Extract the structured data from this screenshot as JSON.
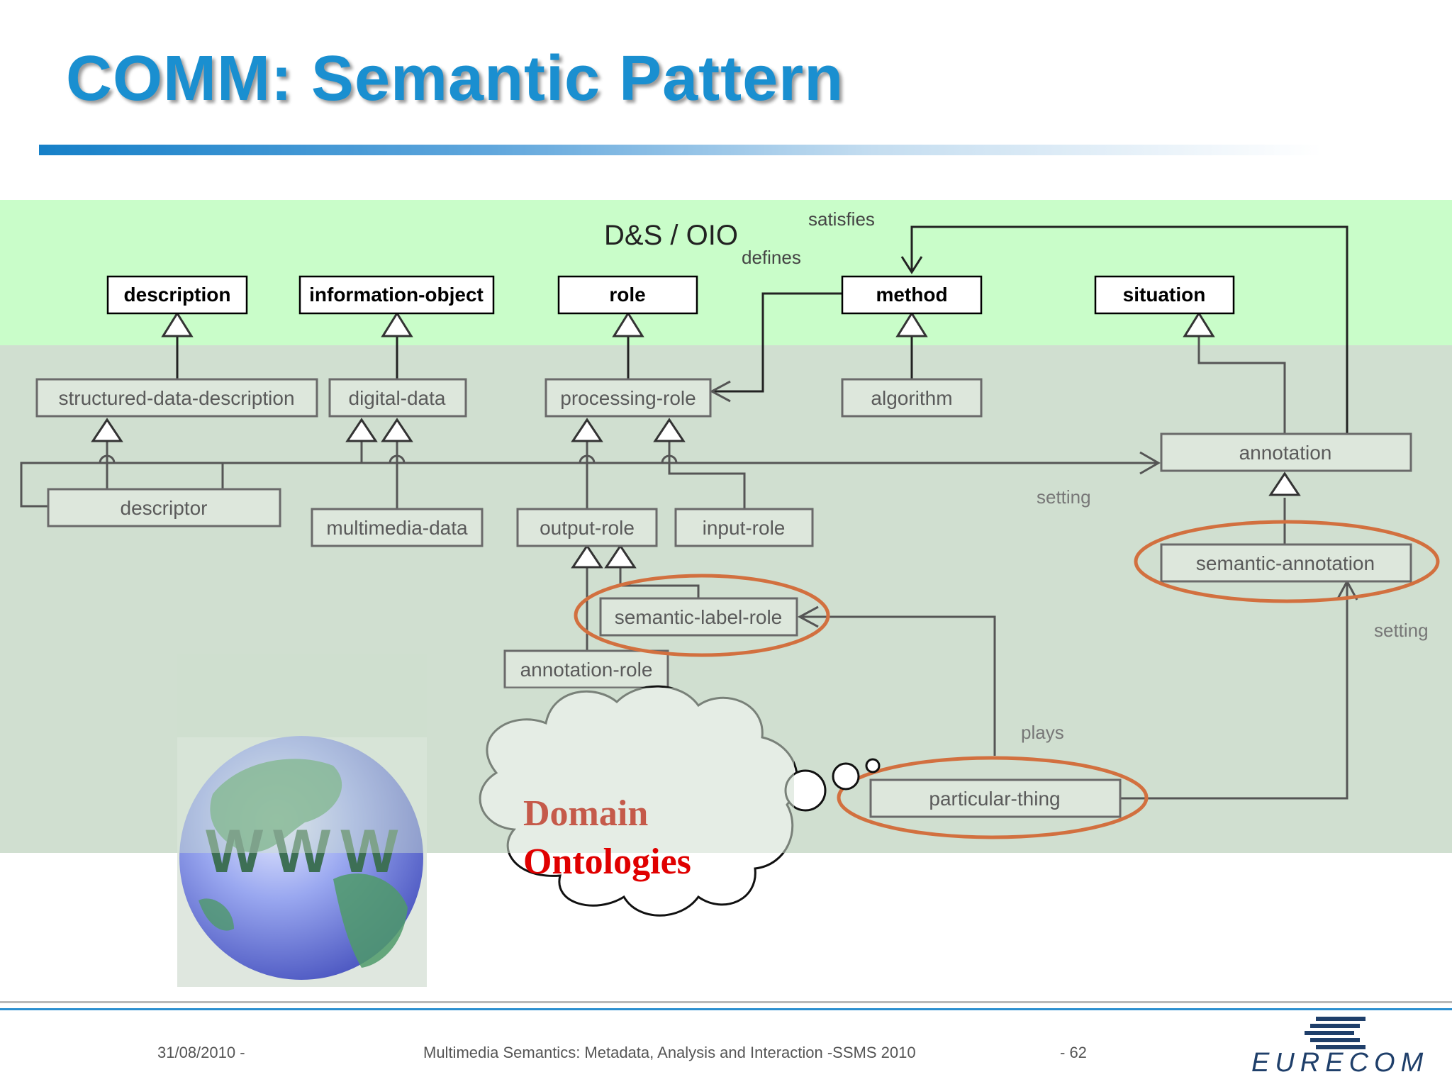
{
  "slide": {
    "title": "COMM: Semantic Pattern"
  },
  "diagram": {
    "group_label": "D&S / OIO",
    "upper_classes": {
      "description": "description",
      "information_object": "information-object",
      "role": "role",
      "method": "method",
      "situation": "situation"
    },
    "lower_classes": {
      "structured_data_description": "structured-data-description",
      "digital_data": "digital-data",
      "processing_role": "processing-role",
      "algorithm": "algorithm",
      "annotation": "annotation",
      "descriptor": "descriptor",
      "multimedia_data": "multimedia-data",
      "output_role": "output-role",
      "input_role": "input-role",
      "semantic_annotation": "semantic-annotation",
      "semantic_label_role": "semantic-label-role",
      "annotation_role": "annotation-role",
      "particular_thing": "particular-thing"
    },
    "edge_labels": {
      "satisfies": "satisfies",
      "defines": "defines",
      "setting_1": "setting",
      "setting_2": "setting",
      "plays": "plays"
    },
    "cloud": {
      "line1": "Domain",
      "line2": "Ontologies"
    },
    "globe": {
      "text": "WWW"
    }
  },
  "footer": {
    "date": "31/08/2010 -",
    "title": "Multimedia Semantics: Metadata, Analysis and Interaction -SSMS 2010",
    "page": "- 62",
    "logo": "EURECOM"
  },
  "colors": {
    "title": "#1a8fd0",
    "upper_band": "#c9fdc9",
    "lower_band": "#d0dfd0",
    "highlight": "#d2703f",
    "footer_rule": "#2b8fd0"
  }
}
